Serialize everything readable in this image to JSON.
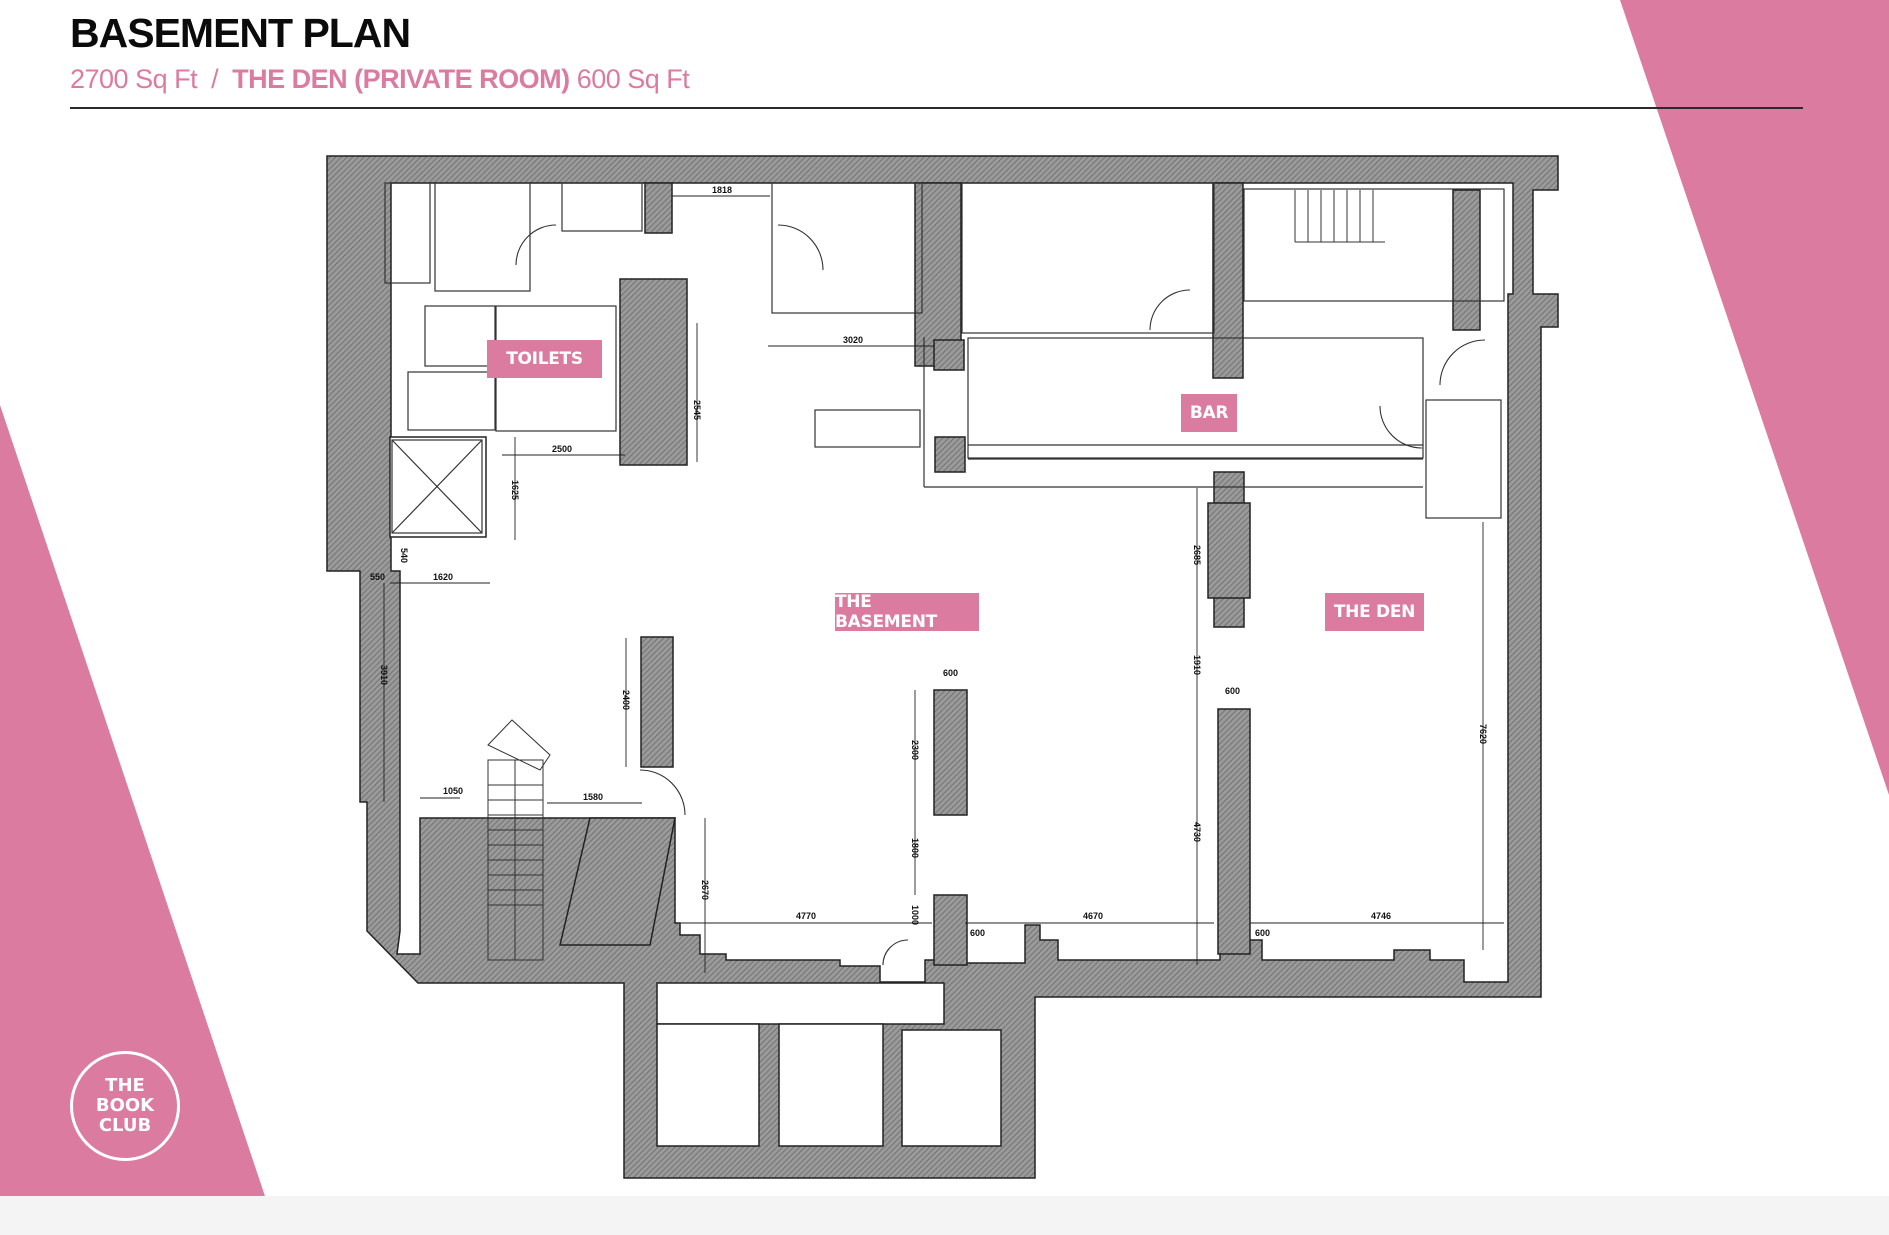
{
  "header": {
    "title": "BASEMENT PLAN",
    "subtitle_area": "2700 Sq Ft",
    "subtitle_separator": "/",
    "subtitle_room": "THE DEN (PRIVATE ROOM)",
    "subtitle_room_area": "600 Sq Ft"
  },
  "colors": {
    "accent_pink": "#dc7ba0",
    "wall_fill": "#8c8c8c",
    "text_dark": "#0b0b0b"
  },
  "rooms": {
    "toilets": "TOILETS",
    "bar": "BAR",
    "basement": "THE BASEMENT",
    "den": "THE DEN"
  },
  "dimensions": {
    "d1818": "1818",
    "d3020": "3020",
    "d2545": "2545",
    "d2500": "2500",
    "d1625": "1625",
    "d540": "540",
    "d550": "550",
    "d1620": "1620",
    "d3910": "3910",
    "d2400": "2400",
    "d1050": "1050",
    "d1580": "1580",
    "d2670": "2670",
    "d4770": "4770",
    "d600a": "600",
    "d2300": "2300",
    "d1800": "1800",
    "d1000": "1000",
    "d600b": "600",
    "d4670": "4670",
    "d2685": "2685",
    "d1910": "1910",
    "d600c": "600",
    "d4730": "4730",
    "d600d": "600",
    "d4746": "4746",
    "d7620": "7620"
  },
  "logo": {
    "line1": "THE",
    "line2": "BOOK",
    "line3": "CLUB"
  }
}
